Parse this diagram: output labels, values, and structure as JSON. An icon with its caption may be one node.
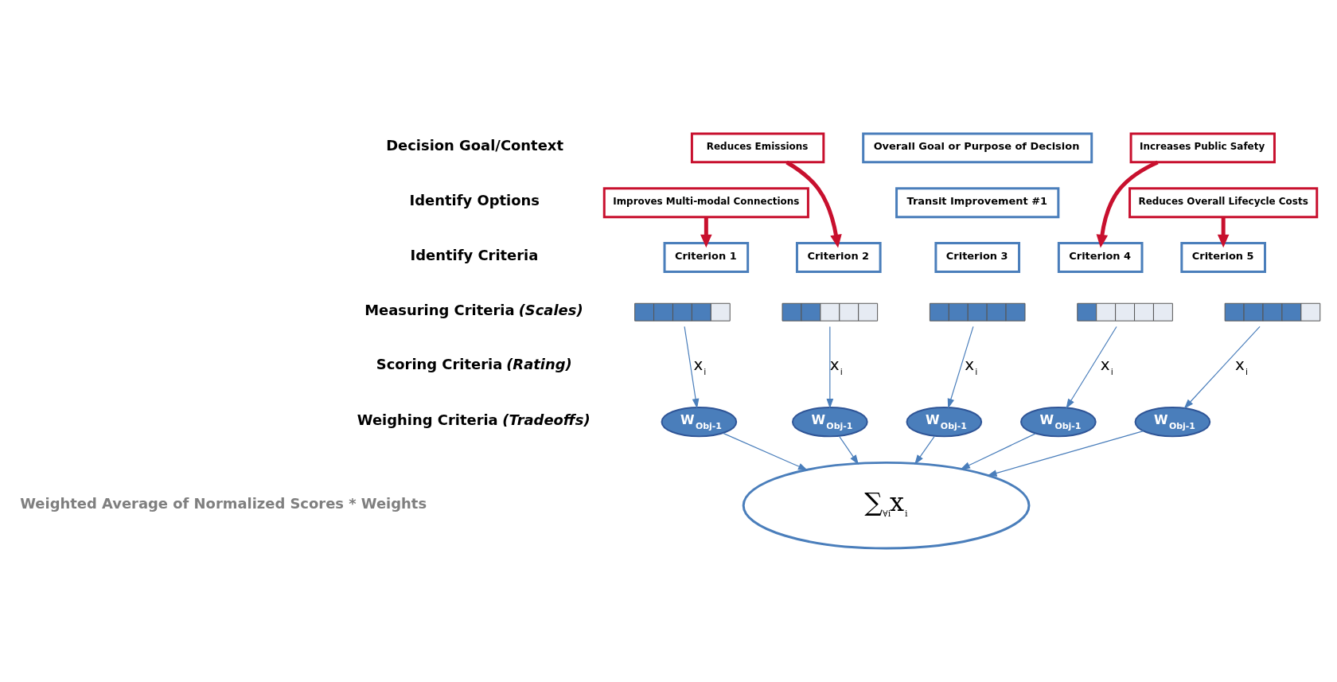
{
  "diagram": {
    "nodes": [
      {
        "text": [
          "Reduces Emissions"
        ]
      },
      {
        "text": [
          "Overall Goal or Purpose of Decision"
        ]
      },
      {
        "text": [
          "Increases Public Safety"
        ]
      },
      {
        "text": [
          "Improves Multi-modal Connections"
        ]
      },
      {
        "text": [
          "Transit Improvement #1"
        ]
      },
      {
        "text": [
          "Reduces Overall Lifecycle Costs"
        ]
      },
      {
        "text": [
          "Criterion 1"
        ]
      },
      {
        "text": [
          "Criterion 2"
        ]
      },
      {
        "text": [
          "Criterion 3"
        ]
      },
      {
        "text": [
          "Criterion 4"
        ]
      },
      {
        "text": [
          "Criterion 5"
        ]
      },
      {
        "text": [],
        "shape": "bar"
      },
      {
        "text": [],
        "shape": "bar"
      },
      {
        "text": [],
        "shape": "bar"
      },
      {
        "text": [],
        "shape": "bar"
      },
      {
        "text": [],
        "shape": "bar"
      },
      {
        "text": [
          "W$_{Obj-1}$"
        ]
      },
      {
        "text": [
          "W$_{Obj-1}$"
        ]
      },
      {
        "text": [
          "W$_{Obj-1}$"
        ]
      },
      {
        "text": [
          "W$_{Obj-1}$"
        ]
      },
      {
        "text": [
          "W$_{Obj-1}$"
        ]
      },
      {
        "text": [
          "∑$_{∀i}$x$_{i}$"
        ]
      }
    ],
    "edges": [
      {
        "from": 3,
        "to": 6,
        "arrow": "to",
        "style": "thick",
        "color": "#c8102e"
      },
      {
        "from": 0,
        "to": 7,
        "arrow": "to",
        "style": "thick",
        "color": "#c8102e"
      },
      {
        "from": 2,
        "to": 9,
        "arrow": "to",
        "style": "thick",
        "color": "#c8102e"
      },
      {
        "from": 5,
        "to": 10,
        "arrow": "to",
        "style": "thick",
        "color": "#c8102e"
      },
      {
        "from": 11,
        "to": 16,
        "arrow": "to",
        "label": "x$_{i}$"
      },
      {
        "from": 12,
        "to": 17,
        "arrow": "to",
        "label": "x$_{i}$"
      },
      {
        "from": 13,
        "to": 18,
        "arrow": "to",
        "label": "x$_{i}$"
      },
      {
        "from": 14,
        "to": 19,
        "arrow": "to",
        "label": "x$_{i}$"
      },
      {
        "from": 15,
        "to": 20,
        "arrow": "to",
        "label": "x$_{i}$"
      },
      {
        "from": 16,
        "to": 21,
        "arrow": "to"
      },
      {
        "from": 17,
        "to": 21,
        "arrow": "to"
      },
      {
        "from": 18,
        "to": 21,
        "arrow": "to"
      },
      {
        "from": 19,
        "to": 21,
        "arrow": "to"
      },
      {
        "from": 20,
        "to": 21,
        "arrow": "to"
      }
    ],
    "labels": [
      "Decision Goal/Context",
      "Identify Options",
      "Identify Criteria",
      "Measuring Criteria *(Scales)*",
      "Scoring Criteria *(Rating)*",
      "Weighing Criteria *(Tradeoffs)*",
      "Weighted Average of Normalized Scores * Weights"
    ]
  }
}
